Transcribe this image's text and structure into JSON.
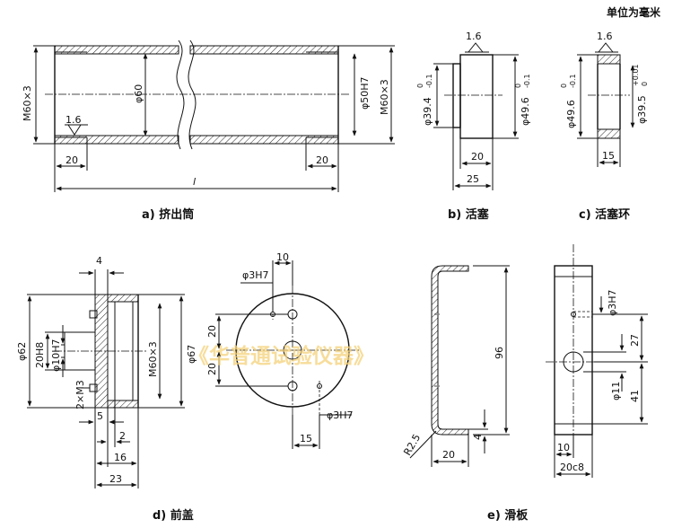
{
  "header": {
    "unit_note": "单位为毫米"
  },
  "watermark": "《华普通试验仪器》",
  "drawings": {
    "a": {
      "caption": "a) 挤出筒",
      "dims": {
        "thread_left": "M60×3",
        "thread_right": "M60×3",
        "bore": "φ60",
        "fit": "φ50H7",
        "roughness": "1.6",
        "left_len": "20",
        "right_len": "20",
        "length": "l"
      }
    },
    "b": {
      "caption": "b) 活塞",
      "dims": {
        "roughness": "1.6",
        "d_small": "φ39.4",
        "d_small_tol_up": "0",
        "d_small_tol_low": "-0.1",
        "d_large": "φ49.6",
        "d_large_tol_up": "0",
        "d_large_tol_low": "-0.1",
        "width": "20",
        "total": "25"
      }
    },
    "c": {
      "caption": "c) 活塞环",
      "dims": {
        "roughness": "1.6",
        "d_outer": "φ49.6",
        "d_outer_tol_up": "0",
        "d_outer_tol_low": "-0.1",
        "d_inner": "φ39.5",
        "d_inner_tol_up": "+0.01",
        "d_inner_tol_low": "0",
        "width": "15"
      }
    },
    "d": {
      "caption": "d) 前盖",
      "dims": {
        "top": "4",
        "d62": "φ62",
        "h20": "20H8",
        "d10": "φ10H7",
        "m3": "2×M3",
        "thread": "M60×3",
        "d67": "φ67",
        "five": "5",
        "two": "2",
        "sixteen": "16",
        "twentythree": "23",
        "ten": "10",
        "pin_top": "φ3H7",
        "pin_bottom": "φ3H7",
        "v20a": "20",
        "v20b": "20",
        "fifteen": "15"
      }
    },
    "e": {
      "caption": "e) 滑板",
      "dims": {
        "radius": "R2.5",
        "width": "20",
        "height": "96",
        "four": "4",
        "pin": "φ3H7",
        "d11": "φ11",
        "v27": "27",
        "v41": "41",
        "ten": "10",
        "fit20": "20c8"
      }
    }
  }
}
